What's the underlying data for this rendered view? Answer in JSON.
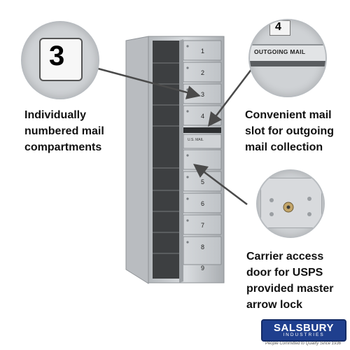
{
  "callouts": {
    "compartments": [
      "Individually",
      "numbered mail",
      "compartments"
    ],
    "mail_slot": [
      "Convenient mail",
      "slot for outgoing",
      "mail collection"
    ],
    "carrier_door": [
      "Carrier access",
      "door for USPS",
      "provided master",
      "arrow lock"
    ]
  },
  "zoom_number": "3",
  "zoom_slot": {
    "number": "4",
    "label": "OUTGOING MAIL"
  },
  "door_numbers": [
    "1",
    "2",
    "3",
    "4",
    "5",
    "6",
    "7",
    "8",
    "9"
  ],
  "carrier_door_label": "U.S. MAIL",
  "logo": {
    "name": "SALSBURY",
    "sub": "INDUSTRIES",
    "tagline": "People Committed to Quality Since 1936"
  },
  "colors": {
    "aluminum": "#c9ccd0",
    "logo_blue": "#1f3f8e"
  }
}
